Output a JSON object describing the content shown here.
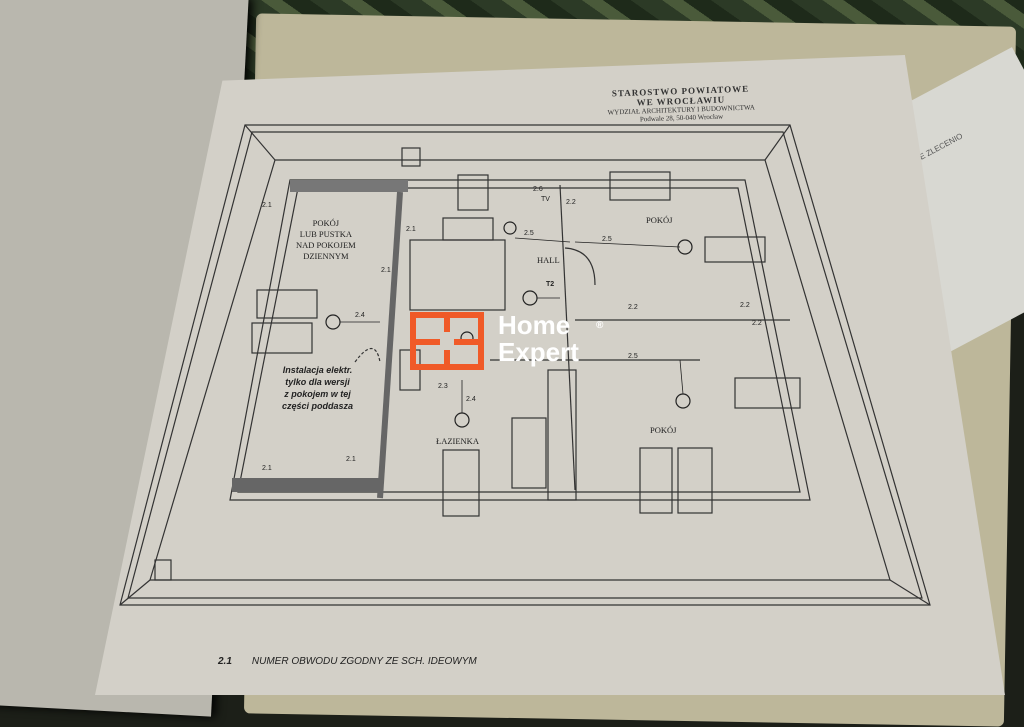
{
  "stamp": {
    "line1": "STAROSTWO POWIATOWE",
    "line2": "WE WROCŁAWIU",
    "line3": "WYDZIAŁ ARCHITEKTURY I BUDOWNICTWA",
    "line4": "Podwale 28, 50-040 Wrocław"
  },
  "rooms": {
    "room_left": "POKÓJ\nLUB PUSTKA\nNAD POKOJEM\nDZIENNYM",
    "hall": "HALL",
    "room_top_right": "POKÓJ",
    "room_bottom_right": "POKÓJ",
    "bathroom": "ŁAZIENKA"
  },
  "note": "Instalacja elektr.\ntylko dla wersji\nz pokojem w tej\nczęści poddasza",
  "circuits": [
    "2.1",
    "2.1",
    "2.1",
    "2.1",
    "2.1",
    "2.2",
    "2.2",
    "2.2",
    "2.2",
    "2.3",
    "2.4",
    "2.4",
    "2.5",
    "2.5",
    "2.5",
    "2.6",
    "T2",
    "TV"
  ],
  "footer": {
    "code": "2.1",
    "text": "NUMER OBWODU ZGODNY ZE SCH. IDEOWYM"
  },
  "logo": {
    "line1": "Home",
    "line2": "Expert",
    "mark": "®",
    "color": "#f05a28"
  },
  "side_sheet": {
    "title": "DANE ZLECENIO"
  }
}
